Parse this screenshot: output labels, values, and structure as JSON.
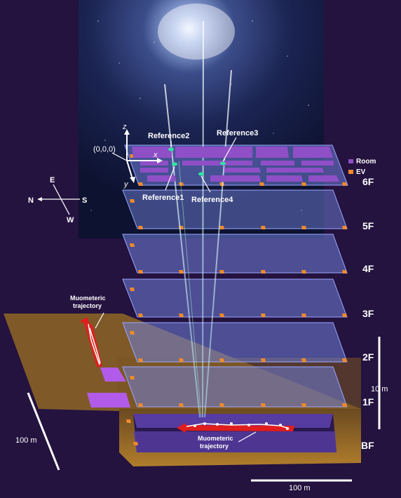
{
  "floors": [
    "6F",
    "5F",
    "4F",
    "3F",
    "2F",
    "1F",
    "BF"
  ],
  "legend": {
    "room": "Room",
    "ev": "EV"
  },
  "references": [
    "Reference1",
    "Reference2",
    "Reference3",
    "Reference4"
  ],
  "origin": "(0,0,0)",
  "axes": {
    "x": "x",
    "y": "y",
    "z": "z"
  },
  "compass": {
    "north": "N",
    "south": "S",
    "east": "E",
    "west": "W"
  },
  "trajectory_label_upper": [
    "Muometeric",
    "trajectory"
  ],
  "trajectory_label_lower": [
    "Muometeric",
    "trajectory"
  ],
  "scales": {
    "horizontal": "100 m",
    "diagonal": "100 m",
    "vertical": "10 m"
  },
  "colors": {
    "background": "#24123f",
    "room": "#8f4fc6",
    "ev": "#f08a2a",
    "floor_blue": "#6f7fd8",
    "ground": "#8a6326",
    "trajectory": "#e01e1e"
  }
}
